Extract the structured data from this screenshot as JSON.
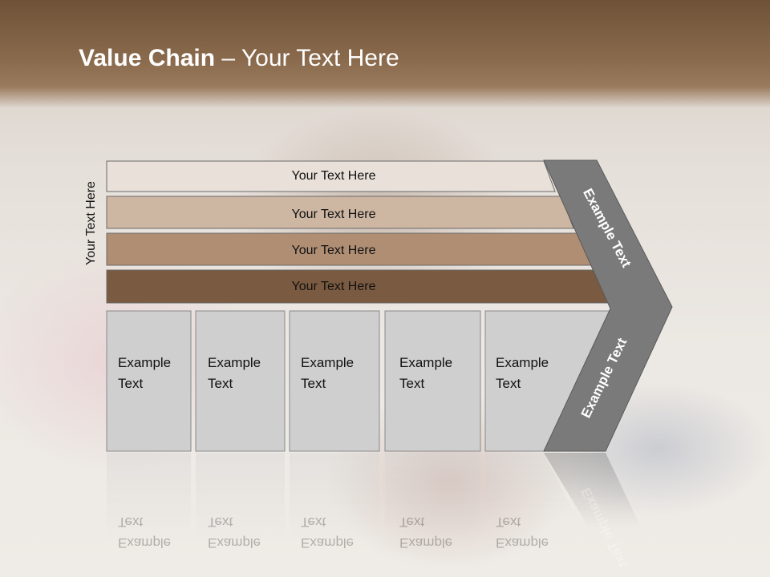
{
  "title": {
    "bold": "Value Chain",
    "rest": " – Your Text Here"
  },
  "side_label": "Your Text Here",
  "bars": [
    {
      "label": "Your Text Here",
      "fill": "#e8e0d9"
    },
    {
      "label": "Your Text Here",
      "fill": "#cdb6a2"
    },
    {
      "label": "Your Text Here",
      "fill": "#b08e74"
    },
    {
      "label": "Your Text Here",
      "fill": "#7a5a40"
    }
  ],
  "boxes": [
    {
      "line1": "Example",
      "line2": "Text"
    },
    {
      "line1": "Example",
      "line2": "Text"
    },
    {
      "line1": "Example",
      "line2": "Text"
    },
    {
      "line1": "Example",
      "line2": "Text"
    },
    {
      "line1": "Example",
      "line2": "Text"
    }
  ],
  "arrow_upper": "Example Text",
  "arrow_lower": "Example Text",
  "colors": {
    "arrow": "#7a7a7a",
    "box": "#cfcfcf",
    "text_dark": "#111111",
    "text_light": "#ffffff"
  }
}
